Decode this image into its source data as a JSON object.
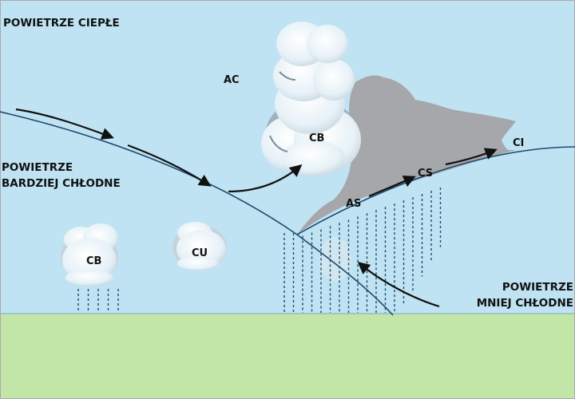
{
  "colors": {
    "sky": "#bfe3f2",
    "ground": "#c2e5a8",
    "front_line": "#1f4a6e",
    "cloud_gray": "#a6a7aa",
    "cloud_white": "#e9f3f8",
    "arrow": "#111111",
    "rain": "#1f4a6e"
  },
  "labels": {
    "warm_air": "POWIETRZE CIEPŁE",
    "colder_air_line1": "POWIETRZE",
    "colder_air_line2": "BARDZIEJ CHŁODNE",
    "less_cold_air_line1": "POWIETRZE",
    "less_cold_air_line2": "MNIEJ CHŁODNE"
  },
  "clouds": {
    "ac": "AC",
    "cb_main": "CB",
    "cb_small": "CB",
    "cu": "CU",
    "as": "AS",
    "cs": "CS",
    "ci": "CI"
  }
}
